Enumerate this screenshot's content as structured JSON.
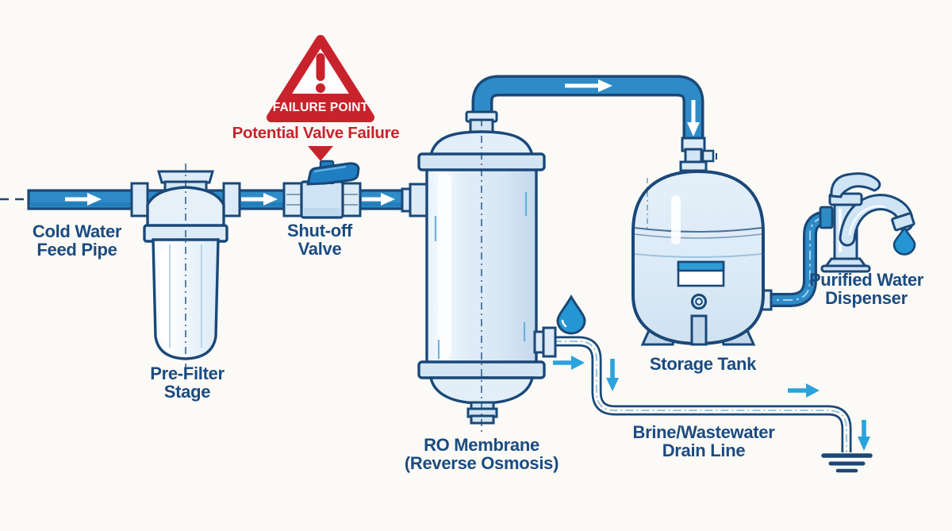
{
  "diagram": {
    "type": "reverse-osmosis-water-filtration-diagram",
    "background": "#FBFAF7",
    "colors": {
      "pipe_blue": "#2E8BC7",
      "pipe_dark_blue": "#1F79B8",
      "outline_navy": "#1A4878",
      "label_navy": "#1B4B80",
      "warning_red": "#C8232C",
      "arrow_cyan": "#2AA3DC",
      "component_fill": "#DCEBF7",
      "component_fill_light": "#EFF6FB",
      "tank_plate_blue": "#2E9BD6",
      "droplet_blue": "#2496D3"
    },
    "warning": {
      "badge_label": "FAILURE POINT",
      "caption": "Potential Valve Failure",
      "icon": "exclamation-triangle"
    },
    "components": {
      "feed_pipe": {
        "label": [
          "Cold Water",
          "Feed Pipe"
        ]
      },
      "pre_filter": {
        "label": [
          "Pre-Filter",
          "Stage"
        ]
      },
      "shut_off_valve": {
        "label": [
          "Shut-off",
          "Valve"
        ]
      },
      "ro_membrane": {
        "label": [
          "RO Membrane",
          "(Reverse Osmosis)"
        ]
      },
      "storage_tank": {
        "label": [
          "Storage Tank"
        ]
      },
      "drain_line": {
        "label": [
          "Brine/Wastewater",
          "Drain Line"
        ]
      },
      "dispenser": {
        "label": [
          "Purified Water",
          "Dispenser"
        ]
      }
    },
    "icons": {
      "warning": "exclamation-triangle-icon",
      "water_drop": "water-drop-icon",
      "flow_arrow": "flow-arrow-icon",
      "ground_drain": "ground-drain-icon"
    }
  }
}
